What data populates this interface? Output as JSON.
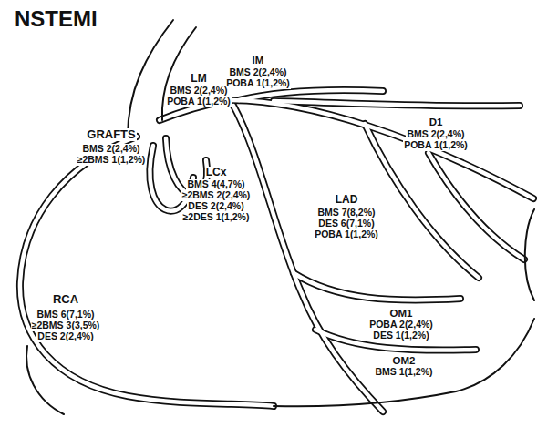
{
  "diagram": {
    "title": "NSTEMI",
    "labels": [
      "IM",
      "BMS 2(2,4%)",
      "POBA 1(1,2%)",
      "LM",
      "BMS 2(2,4%)",
      "POBA 1(1,2%)",
      "D1",
      "BMS 2(2,4%)",
      "POBA 1(1,2%)",
      "GRAFTS",
      "BMS 2(2,4%)",
      "≥2BMS 1(1,2%)",
      "LCx",
      "BMS 4(4,7%)",
      "≥2BMS 2(2,4%)",
      "DES 2(2,4%)",
      "≥2DES 1(1,2%)",
      "LAD",
      "BMS 7(8,2%)",
      "DES 6(7,1%)",
      "POBA 1(1,2%)",
      "RCA",
      "BMS 6(7,1%)",
      "≥2BMS 3(3,5%)",
      "DES 2(2,4%)",
      "OM1",
      "POBA 2(2,4%)",
      "DES 1(1,2%)",
      "OM2",
      "BMS 1(1,2%)"
    ]
  }
}
